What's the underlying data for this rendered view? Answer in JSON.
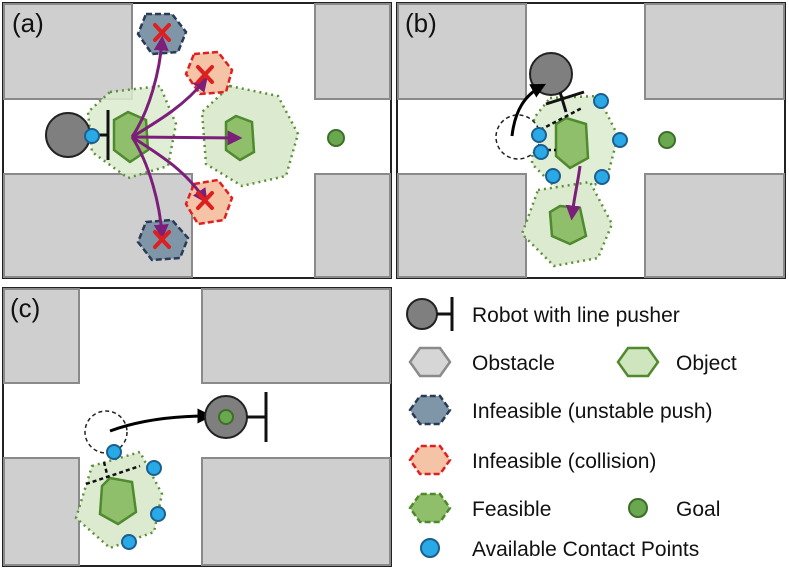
{
  "panels": {
    "a": {
      "label": "(a)"
    },
    "b": {
      "label": "(b)"
    },
    "c": {
      "label": "(c)"
    }
  },
  "legend": {
    "robot": "Robot with line pusher",
    "obstacle": "Obstacle",
    "object": "Object",
    "unstable": "Infeasible (unstable push)",
    "collision": "Infeasible (collision)",
    "feasible": "Feasible",
    "goal": "Goal",
    "contacts": "Available Contact Points"
  },
  "colors": {
    "obstacle_fill": "#cfcfcf",
    "obstacle_stroke": "#8a8a8a",
    "object_fill": "#8fbf6a",
    "object_stroke": "#4f8a2e",
    "feasible_region": "#dcebcf",
    "unstable_fill": "#7f96a8",
    "unstable_stroke": "#2b3b55",
    "collision_fill": "#f5c3a6",
    "collision_stroke": "#e02020",
    "goal": "#6aa84f",
    "contact": "#29a9e6",
    "push_path": "#7b1f7a",
    "robot": "#7f7f7f"
  }
}
